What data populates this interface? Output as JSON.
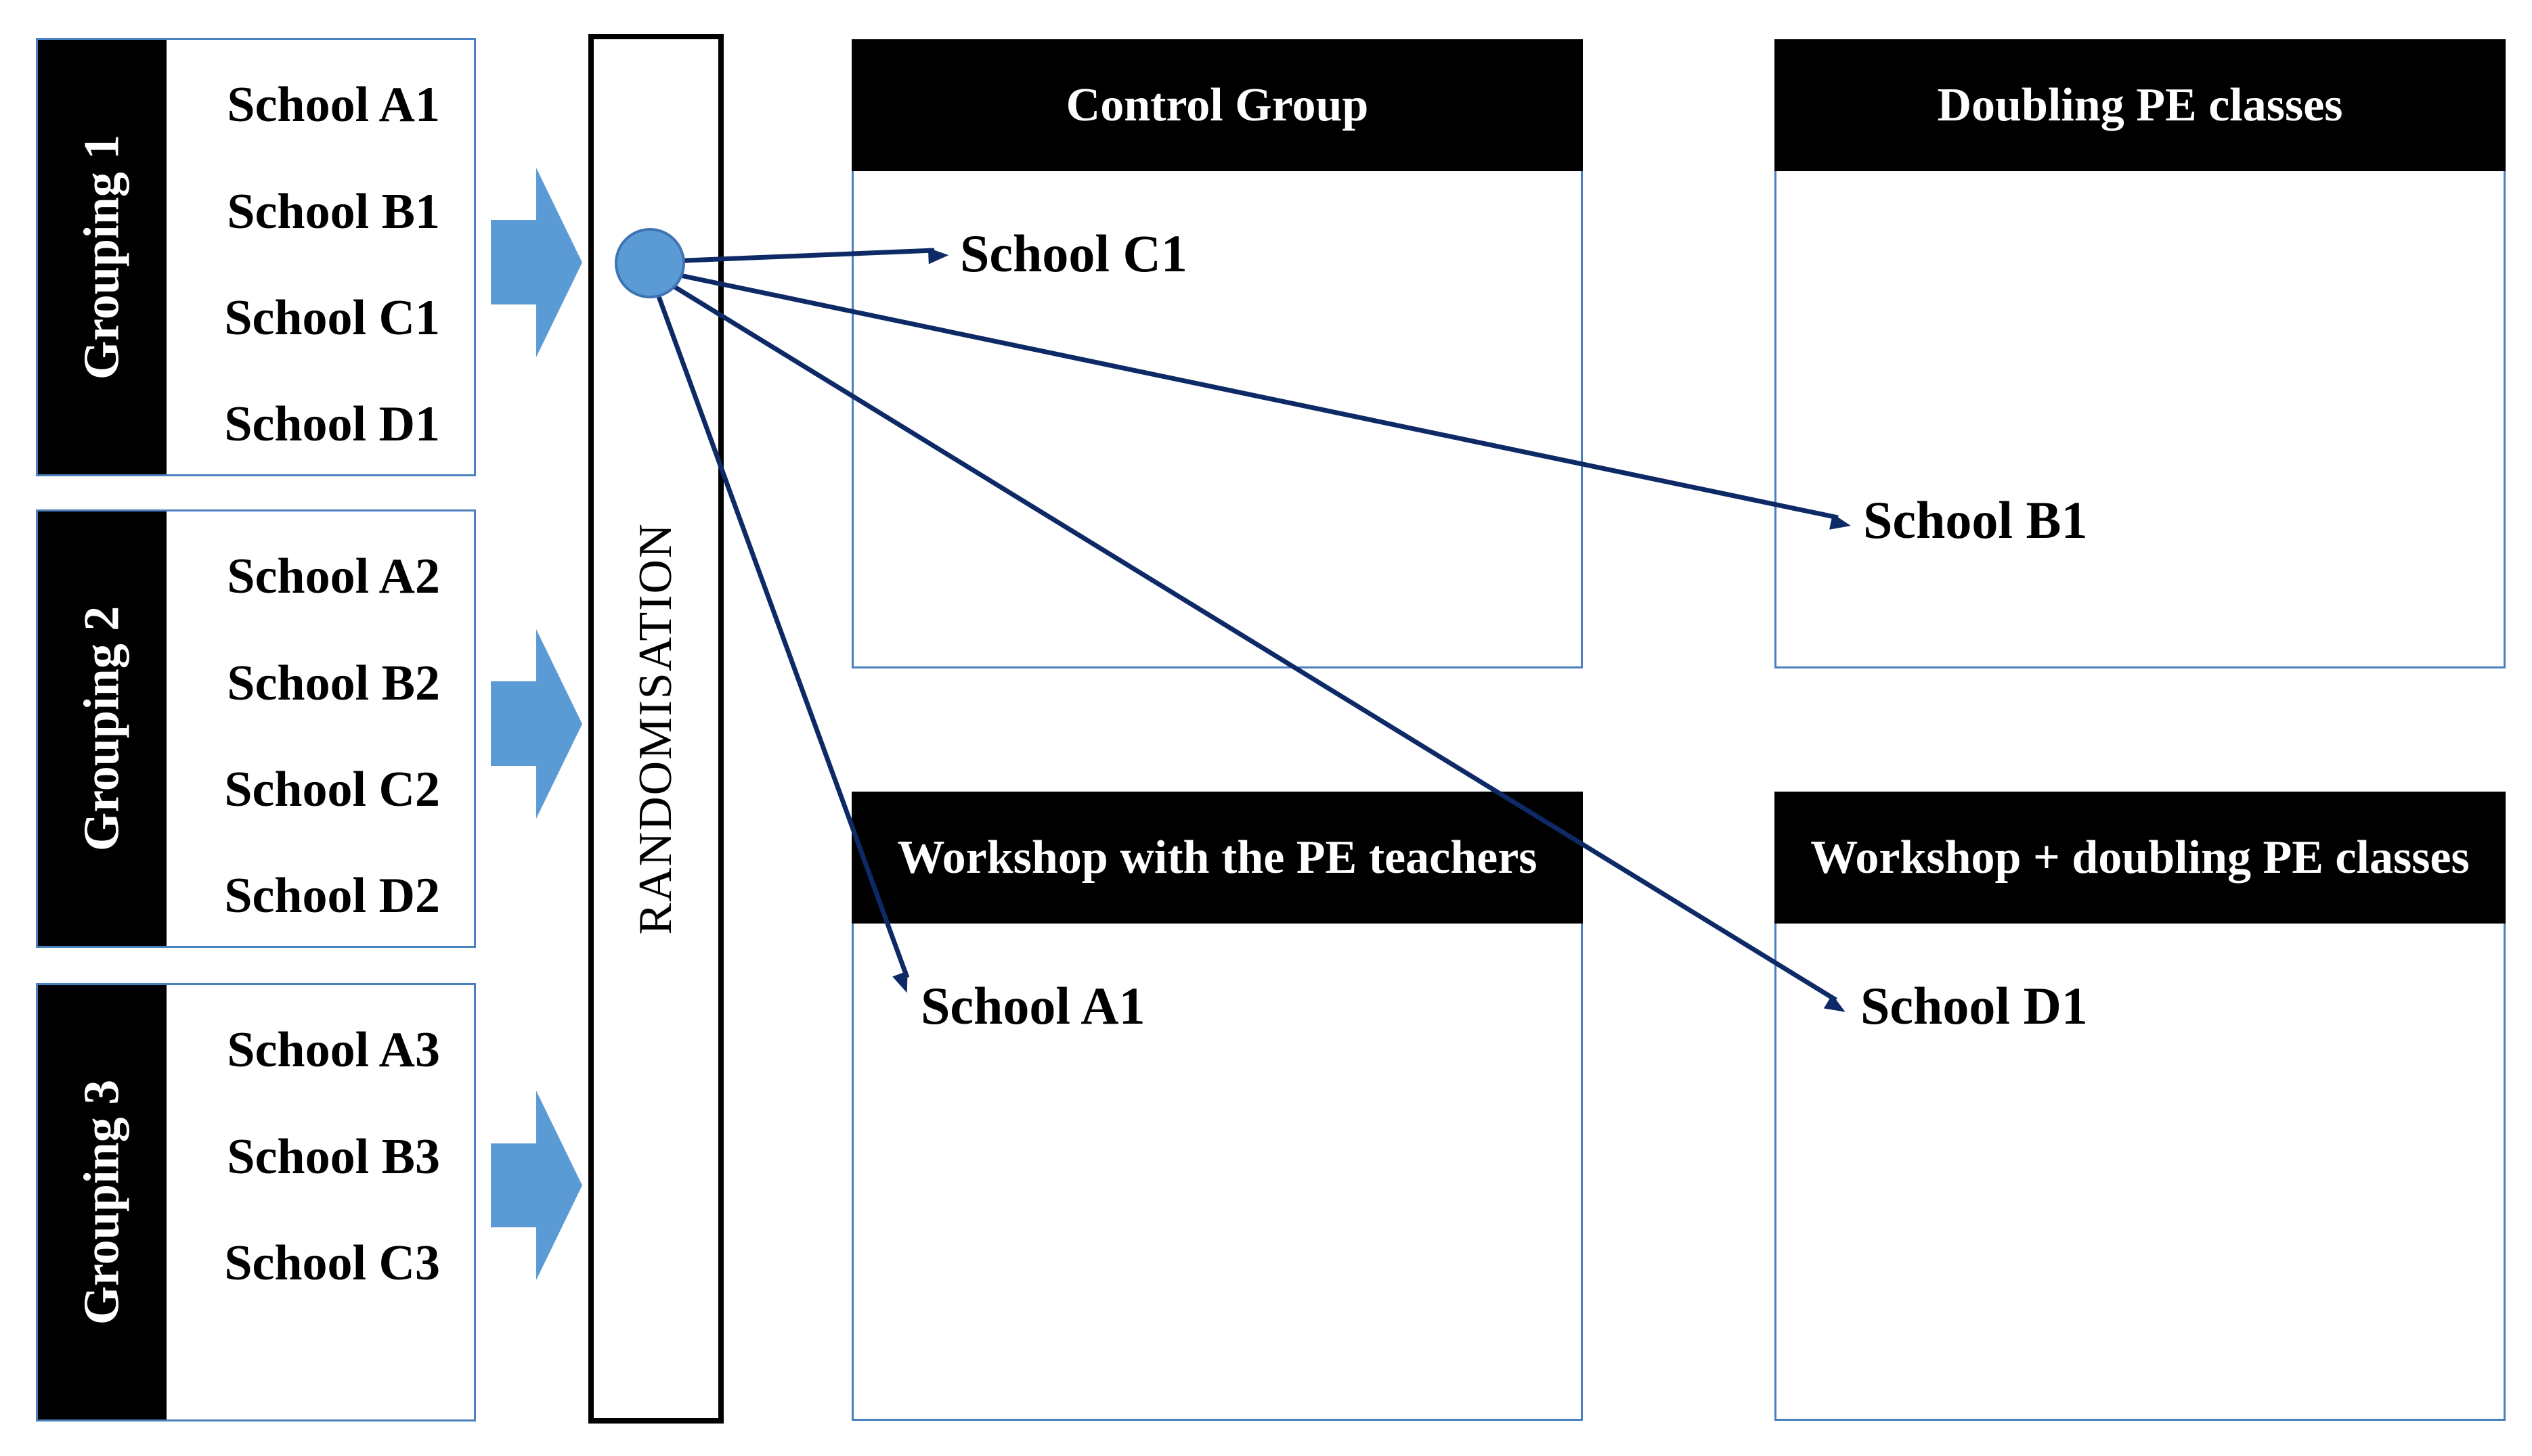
{
  "groupings": [
    {
      "label": "Grouping 1",
      "schools": [
        "School A1",
        "School B1",
        "School C1",
        "School D1"
      ]
    },
    {
      "label": "Grouping 2",
      "schools": [
        "School A2",
        "School B2",
        "School C2",
        "School D2"
      ]
    },
    {
      "label": "Grouping 3",
      "schools": [
        "School A3",
        "School B3",
        "School C3"
      ]
    }
  ],
  "randomisation": {
    "label": "RANDOMISATION"
  },
  "arms": [
    {
      "title": "Control Group",
      "assigned": "School C1"
    },
    {
      "title": "Doubling PE classes",
      "assigned": "School B1"
    },
    {
      "title": "Workshop with the PE teachers",
      "assigned": "School A1"
    },
    {
      "title": "Workshop + doubling PE classes",
      "assigned": "School D1"
    }
  ],
  "colors": {
    "group_border": "#4a7fc0",
    "arrow_fill": "#5b9bd5",
    "line": "#0e2a66",
    "header_bg": "#000000"
  }
}
